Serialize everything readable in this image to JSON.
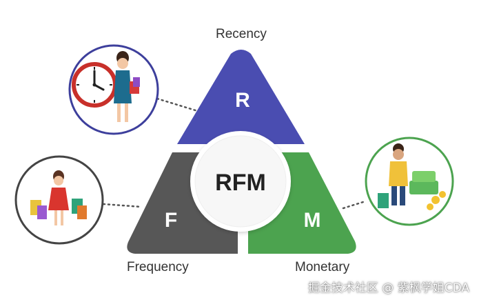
{
  "diagram": {
    "center_label": "RFM",
    "segments": [
      {
        "letter": "R",
        "name": "Recency",
        "color": "#4a4db1"
      },
      {
        "letter": "F",
        "name": "Frequency",
        "color": "#575757"
      },
      {
        "letter": "M",
        "name": "Monetary",
        "color": "#4ca34f"
      }
    ]
  },
  "watermark": "掘金技术社区 @ 紫枫学姐CDA",
  "colors": {
    "circle_border": "#3d3f9c",
    "circle_border_f": "#444444",
    "circle_border_m": "#4ca34f",
    "connector": "#555555"
  }
}
